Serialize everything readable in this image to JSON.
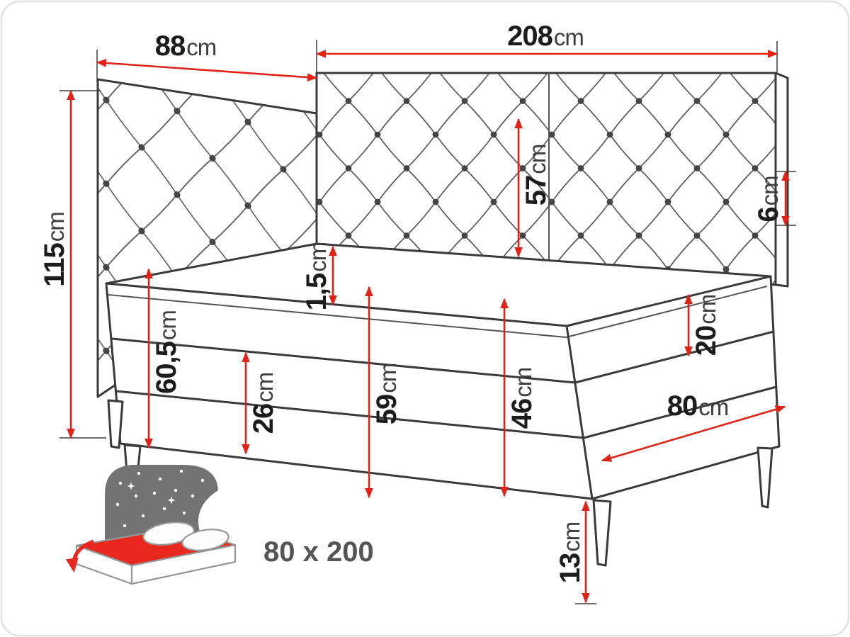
{
  "diagram_title": "corner-boxspring-bed-dimension-diagram",
  "colors": {
    "dimension_line": "#e02317",
    "outline": "#3a3a3a",
    "icon_panel_gray": "#737373",
    "icon_mattress_red": "#e8281e"
  },
  "dimensions": {
    "side_width": {
      "value": "88",
      "unit": "cm"
    },
    "long_width": {
      "value": "208",
      "unit": "cm"
    },
    "height": {
      "value": "115",
      "unit": "cm"
    },
    "headboard_panel": {
      "value": "57",
      "unit": "cm"
    },
    "panel_thickness": {
      "value": "6",
      "unit": "cm"
    },
    "topper": {
      "value": "1,5",
      "unit": "cm"
    },
    "mattress": {
      "value": "20",
      "unit": "cm"
    },
    "side_height": {
      "value": "60,5",
      "unit": "cm"
    },
    "base_section": {
      "value": "26",
      "unit": "cm"
    },
    "seat_height": {
      "value": "59",
      "unit": "cm"
    },
    "frame_height": {
      "value": "46",
      "unit": "cm"
    },
    "width": {
      "value": "80",
      "unit": "cm"
    },
    "leg": {
      "value": "13",
      "unit": "cm"
    }
  },
  "badge": {
    "size": "80 x 200"
  }
}
